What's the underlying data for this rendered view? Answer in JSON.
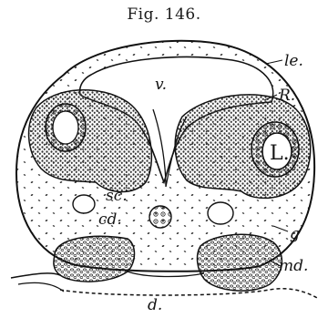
{
  "figure": {
    "title": "Fig. 146."
  },
  "labels": {
    "le": "le.",
    "v": "v.",
    "R": "R.",
    "L": "L.",
    "sc": "sc.",
    "cd": "cd.",
    "g": "g",
    "md": "md.",
    "d": "d."
  }
}
